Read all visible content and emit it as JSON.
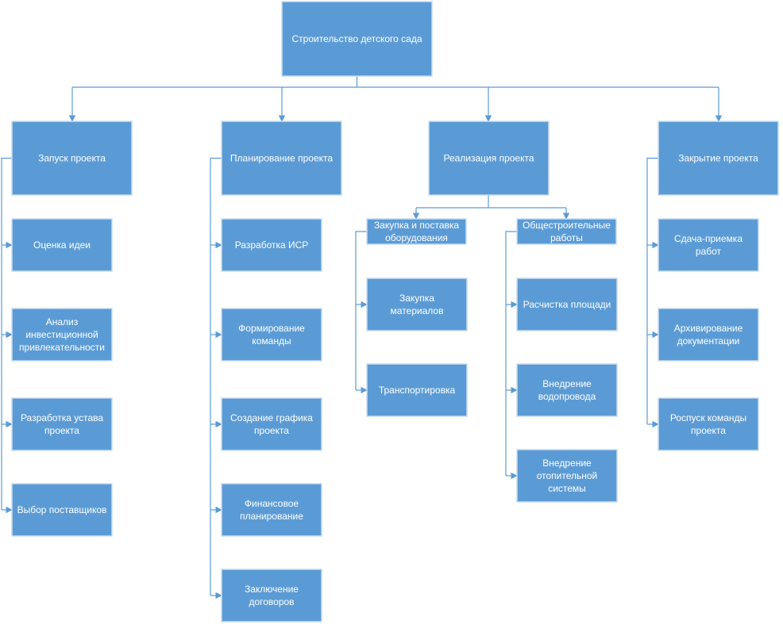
{
  "colors": {
    "box_fill": "#5B9BD5",
    "box_stroke": "#C9DDF0",
    "line": "#5B9BD5",
    "text": "#ffffff"
  },
  "root": {
    "lines": [
      "Строительство детского сада"
    ]
  },
  "phases": [
    {
      "lines": [
        "Запуск проекта"
      ],
      "children": [
        {
          "lines": [
            "Оценка идеи"
          ]
        },
        {
          "lines": [
            "Анализ",
            "инвестиционной",
            "привлекательности"
          ]
        },
        {
          "lines": [
            "Разработка устава",
            "проекта"
          ]
        },
        {
          "lines": [
            "Выбор поставщиков"
          ]
        }
      ]
    },
    {
      "lines": [
        "Планирование проекта"
      ],
      "children": [
        {
          "lines": [
            "Разработка ИСР"
          ]
        },
        {
          "lines": [
            "Формирование",
            "команды"
          ]
        },
        {
          "lines": [
            "Создание графика",
            "проекта"
          ]
        },
        {
          "lines": [
            "Финансовое",
            "планирование"
          ]
        },
        {
          "lines": [
            "Заключение",
            "договоров"
          ]
        }
      ]
    },
    {
      "lines": [
        "Реализация проекта"
      ],
      "subphases": [
        {
          "lines": [
            "Закупка и поставка",
            "оборудования"
          ],
          "children": [
            {
              "lines": [
                "Закупка",
                "материалов"
              ]
            },
            {
              "lines": [
                "Транспортировка"
              ]
            }
          ]
        },
        {
          "lines": [
            "Общестроительные",
            "работы"
          ],
          "children": [
            {
              "lines": [
                "Расчистка площади"
              ]
            },
            {
              "lines": [
                "Внедрение",
                "водопровода"
              ]
            },
            {
              "lines": [
                "Внедрение",
                "отопительной",
                "системы"
              ]
            }
          ]
        }
      ]
    },
    {
      "lines": [
        "Закрытие проекта"
      ],
      "children": [
        {
          "lines": [
            "Сдача-приемка",
            "работ"
          ]
        },
        {
          "lines": [
            "Архивирование",
            "документации"
          ]
        },
        {
          "lines": [
            "Роспуск команды",
            "проекта"
          ]
        }
      ]
    }
  ]
}
